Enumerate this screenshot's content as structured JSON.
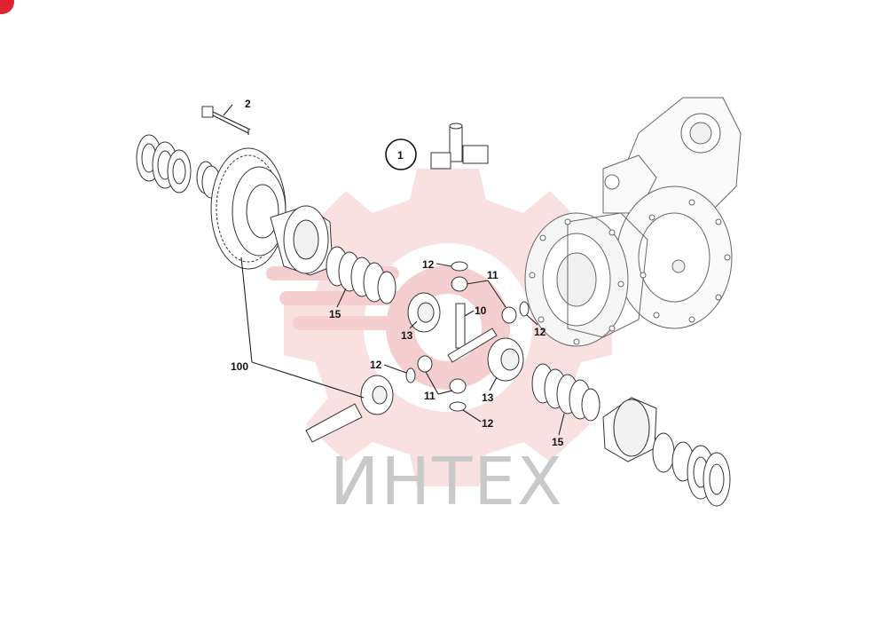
{
  "diagram": {
    "watermark_text": "ИНТЕХ",
    "colors": {
      "watermark_logo": "#f4c7c7",
      "watermark_text": "#c9c9c9",
      "line": "#222222",
      "corner_marker": "#e0242f"
    },
    "callouts": {
      "c1": "1",
      "c2": "2",
      "c10": "10",
      "c11a": "11",
      "c11b": "11",
      "c12a": "12",
      "c12b": "12",
      "c12c": "12",
      "c12d": "12",
      "c13a": "13",
      "c13b": "13",
      "c15a": "15",
      "c15b": "15",
      "c100": "100"
    }
  }
}
